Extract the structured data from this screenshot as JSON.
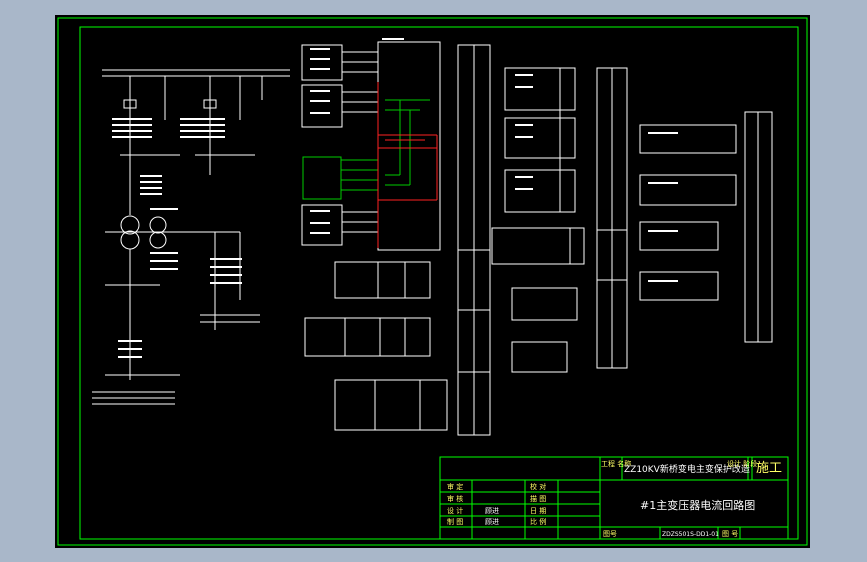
{
  "title_block": {
    "project_label": "工程\n名称",
    "project_name": "ZZ10KV新桥变电主变保护改造",
    "stage_label": "设计\n阶段",
    "stage_value": "施工",
    "drawing_title": "#1主变压器电流回路图",
    "rows": [
      {
        "l": "审 定",
        "m": "",
        "r": "校 对"
      },
      {
        "l": "审 核",
        "m": "",
        "r": "描 图"
      },
      {
        "l": "设 计",
        "m": "顾进",
        "r": "日 期"
      },
      {
        "l": "制 图",
        "m": "顾进",
        "r": "比 例"
      }
    ],
    "drawing_no_label": "图号",
    "drawing_no": "ZDZS501S-DD1-01",
    "sheet_label": "图 号"
  },
  "colors": {
    "background": "#000000",
    "outer": "#a9b7c9",
    "frame": "#00ff00",
    "lines": "#ffffff",
    "green_wires": "#00cc00",
    "red_wires": "#ff2222"
  }
}
